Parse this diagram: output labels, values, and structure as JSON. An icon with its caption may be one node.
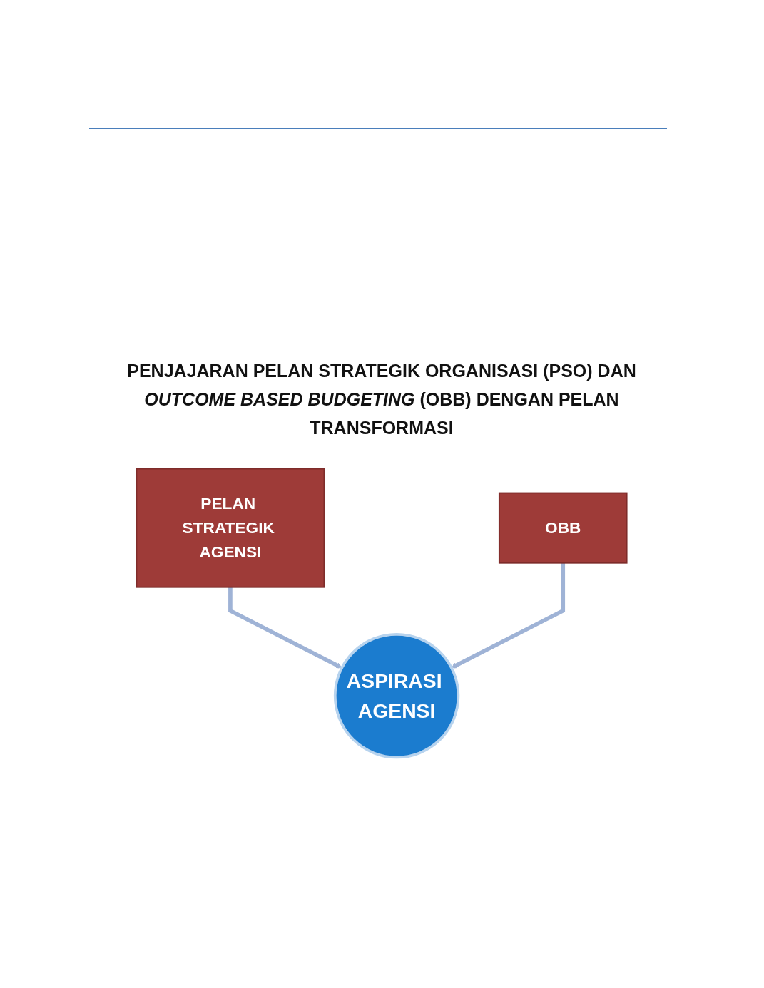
{
  "diagram": {
    "title": "PENJAJARAN PELAN STRATEGIK ORGANISASI (PSO) DAN *OUTCOME BASED BUDGETING* (OBB) DENGAN PELAN TRANSFORMASI",
    "nodes": [
      {
        "text": [
          "PELAN STRATEGIK AGENSI"
        ]
      },
      {
        "text": [
          "OBB"
        ]
      },
      {
        "text": [
          "ASPIRASI AGENSI"
        ]
      }
    ],
    "edges": [
      {
        "from": 0,
        "to": 2,
        "arrow": "to"
      },
      {
        "from": 1,
        "to": 2,
        "arrow": "to"
      }
    ]
  }
}
